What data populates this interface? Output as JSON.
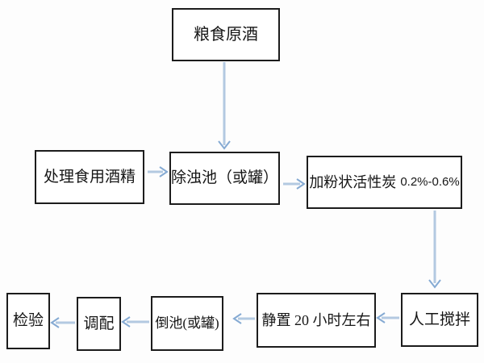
{
  "diagram": {
    "type": "flowchart",
    "colors": {
      "background": "#fdfdfd",
      "box_fill": "#ffffff",
      "box_border": "#1c1c1c",
      "arrow_shaft": "#b3c9e1",
      "arrow_head": "#85aad3"
    },
    "nodes": {
      "grain_liquor": {
        "label": "粮食原酒"
      },
      "treat_alcohol": {
        "label": "处理食用酒精"
      },
      "deturbid_pool": {
        "label": "除浊池（或罐）"
      },
      "activated_carbon": {
        "label": "加粉状活性炭",
        "value": "0.2%-0.6%"
      },
      "manual_stir": {
        "label": "人工搅拌"
      },
      "settle": {
        "label": "静置 20 小时左右"
      },
      "pour_pool": {
        "label": "倒池(或罐)"
      },
      "blend": {
        "label": "调配"
      },
      "inspect": {
        "label": "检验"
      }
    },
    "edges": [
      {
        "from": "grain_liquor",
        "to": "deturbid_pool",
        "direction": "down"
      },
      {
        "from": "treat_alcohol",
        "to": "deturbid_pool",
        "direction": "right"
      },
      {
        "from": "deturbid_pool",
        "to": "activated_carbon",
        "direction": "right"
      },
      {
        "from": "activated_carbon",
        "to": "manual_stir",
        "direction": "down"
      },
      {
        "from": "manual_stir",
        "to": "settle",
        "direction": "left"
      },
      {
        "from": "settle",
        "to": "pour_pool",
        "direction": "left"
      },
      {
        "from": "pour_pool",
        "to": "blend",
        "direction": "left"
      },
      {
        "from": "blend",
        "to": "inspect",
        "direction": "left"
      }
    ]
  }
}
